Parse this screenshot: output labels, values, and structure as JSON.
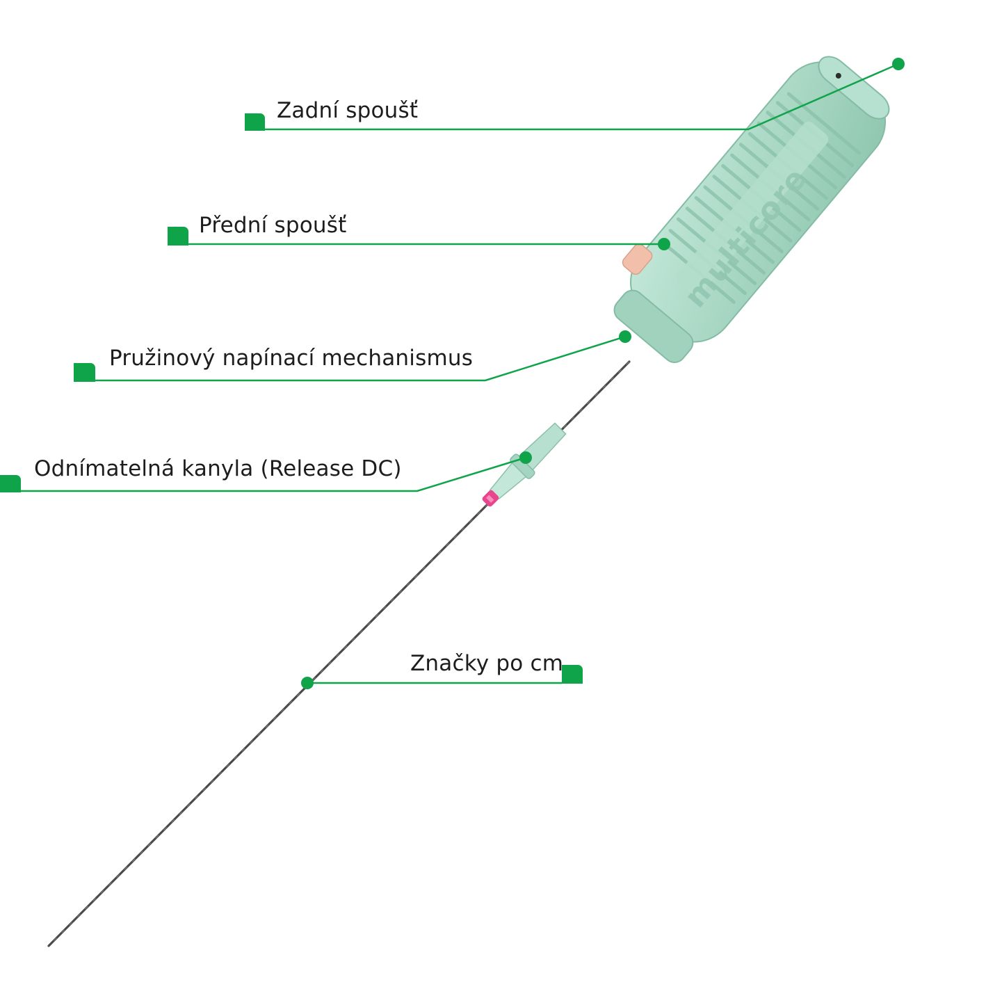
{
  "accent_color": "#0fa34a",
  "device": {
    "body_color": "#a8d8c4",
    "trigger_color": "#f2c0aa",
    "hub_tip_color": "#e8458c",
    "brand_logo_text": "multicore"
  },
  "callouts": [
    {
      "id": "rear-trigger",
      "label": "Zadní spoušť"
    },
    {
      "id": "front-trigger",
      "label": "Přední spoušť"
    },
    {
      "id": "spring-mechanism",
      "label": "Pružinový napínací mechanismus"
    },
    {
      "id": "cannula",
      "label": "Odnímatelná kanyla (Release DC)"
    },
    {
      "id": "cm-marks",
      "label": "Značky po cm"
    }
  ]
}
